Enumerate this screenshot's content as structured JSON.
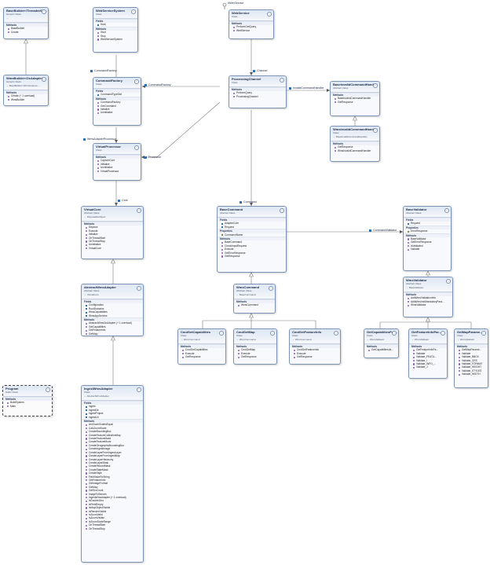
{
  "connectors": {
    "webservice_iface": "IWebService",
    "command_factory_1": "CommandFactory",
    "command_factory_2": "CommandFactory",
    "channel": "Channel",
    "invalid_command_handler": "InvalidCommandHandler",
    "wms_adapter_processor": "WmsAdapterProcessor",
    "processor": "Processor",
    "core": "Core",
    "command": "Command",
    "command_validator": "CommandValidator"
  },
  "classes": {
    "base_builder": {
      "name": "BaseBuilder<ThreadedCo...",
      "kind": "Generic Class",
      "kind2": "...",
      "sections": [
        {
          "title": "Methods",
          "members": [
            "BaseBuilder",
            "Create"
          ]
        }
      ]
    },
    "webservice_system": {
      "name": "WebServiceSystem",
      "kind": "Class",
      "kind2": "",
      "sections": [
        {
          "title": "Fields",
          "members": [
            "Host"
          ]
        },
        {
          "title": "Methods",
          "members": [
            "Start",
            "Stop",
            "WebServiceSystem"
          ]
        }
      ]
    },
    "webservice": {
      "name": "WebService",
      "kind": "Class",
      "kind2": "",
      "sections": [
        {
          "title": "Methods",
          "members": [
            "PerformGetQuery",
            "WebService"
          ]
        }
      ]
    },
    "wms_builder": {
      "name": "WmsBuilder<OcAdapter>",
      "kind": "Generic Class",
      "kind2": "→ BaseBuilder<WmsInstance...",
      "sections": [
        {
          "title": "Methods",
          "members": [
            "Create (+ 1 overload)",
            "WmsBuilder"
          ]
        }
      ]
    },
    "command_factory": {
      "name": "CommandFactory",
      "kind": "Class",
      "kind2": "",
      "sections": [
        {
          "title": "Fields",
          "members": [
            "CommandTypeDict"
          ]
        },
        {
          "title": "Methods",
          "members": [
            "CommandFactory",
            "GetCommand",
            "Initialize",
            "Uninitialize"
          ]
        }
      ]
    },
    "processing_channel": {
      "name": "ProcessingChannel",
      "kind": "Class",
      "kind2": "",
      "sections": [
        {
          "title": "Methods",
          "members": [
            "PerformQuery",
            "ProcessingChannel"
          ]
        }
      ]
    },
    "base_invalid_handler": {
      "name": "BaseInvalidCommandHandler",
      "kind": "Abstract Class",
      "kind2": "",
      "sections": [
        {
          "title": "Methods",
          "members": [
            "BaseInvalidCommandHandler",
            "GetResponse"
          ]
        }
      ]
    },
    "wms_invalid_handler": {
      "name": "WmsInvalidCommandHandler",
      "kind": "Class",
      "kind2": "→ BaseInvalidCommandHandler",
      "sections": [
        {
          "title": "Methods",
          "members": [
            "GetResponse",
            "WmsInvalidCommandHandler"
          ]
        }
      ]
    },
    "virtual_processor": {
      "name": "VirtualProcessor",
      "kind": "Class",
      "kind2": "",
      "sections": [
        {
          "title": "Methods",
          "members": [
            "CaptureCore",
            "Initialize",
            "Uninitialize",
            "VirtualProcessor"
          ]
        }
      ]
    },
    "virtual_core": {
      "name": "VirtualCore",
      "kind": "Abstract Class",
      "kind2": "→ DisposableObject",
      "sections": [
        {
          "title": "Methods",
          "members": [
            "Dispose",
            "Execute",
            "Initialize",
            "OnThreadStart",
            "OnThreadStop",
            "Uninitialize",
            "VirtualCore"
          ]
        }
      ]
    },
    "base_command": {
      "name": "BaseCommand",
      "kind": "Abstract Class",
      "kind2": "",
      "sections": [
        {
          "title": "Fields",
          "members": [
            "AdapterCore",
            "Request"
          ]
        },
        {
          "title": "Properties",
          "members": [
            "CommandName"
          ]
        },
        {
          "title": "Methods",
          "members": [
            "BaseCommand",
            "CheckInputRequest",
            "Execute",
            "GetErrorResponse",
            "GetResponse"
          ]
        }
      ]
    },
    "base_validator": {
      "name": "BaseValidator",
      "kind": "Abstract Class",
      "kind2": "",
      "sections": [
        {
          "title": "Fields",
          "members": [
            "Request"
          ]
        },
        {
          "title": "Properties",
          "members": [
            "ErrorResponse"
          ]
        },
        {
          "title": "Methods",
          "members": [
            "BaseValidator",
            "GetErrorResponse",
            "IsValidated",
            "Validate"
          ]
        }
      ]
    },
    "abstract_wms_adapter": {
      "name": "AbstractWmsAdapter",
      "kind": "Abstract Class",
      "kind2": "→ VirtualCore",
      "sections": [
        {
          "title": "Fields",
          "members": [
            "Configuration",
            "RootDomains",
            "WmsCapabilities",
            "WmsAppService"
          ]
        },
        {
          "title": "Methods",
          "members": [
            "AbstractWmsOcAdapter (+ 1 overload)",
            "GetCapabilities",
            "GetFeatureInfo",
            "GetMap"
          ]
        }
      ]
    },
    "wms_command": {
      "name": "WmsCommand",
      "kind": "Abstract Class",
      "kind2": "→ BaseCommand",
      "sections": [
        {
          "title": "Methods",
          "members": [
            "WmsCommand"
          ]
        }
      ]
    },
    "wms_validator": {
      "name": "WmsValidator",
      "kind": "Abstract Class",
      "kind2": "→ BaseValidator",
      "sections": [
        {
          "title": "Methods",
          "members": [
            "AddWmsValidationInfo",
            "AddWmsInfoMandatoryPara...",
            "WmsValidator"
          ]
        }
      ]
    },
    "cmd_get_capabilities": {
      "name": "CmdGetCapabilities",
      "kind": "Class",
      "kind2": "→ WmsCommand",
      "sections": [
        {
          "title": "Methods",
          "members": [
            "CmdGetCapabilities",
            "Execute",
            "GetResponse"
          ]
        }
      ]
    },
    "cmd_get_map": {
      "name": "CmdGetMap",
      "kind": "Class",
      "kind2": "→ WmsCommand",
      "sections": [
        {
          "title": "Methods",
          "members": [
            "CmdGetMap",
            "Execute",
            "GetResponse"
          ]
        }
      ]
    },
    "cmd_get_feature_info": {
      "name": "CmdGetFeatureInfo",
      "kind": "Class",
      "kind2": "→ WmsCommand",
      "sections": [
        {
          "title": "Methods",
          "members": [
            "CmdGetFeatureInfo",
            "Execute",
            "GetResponse"
          ]
        }
      ]
    },
    "get_capabilities_param": {
      "name": "GetCapabilitiesPar...",
      "kind": "Class",
      "kind2": "→ WmsValidator",
      "sections": [
        {
          "title": "Methods",
          "members": [
            "GetCapabilitiesVa..."
          ]
        }
      ]
    },
    "get_feature_info_param": {
      "name": "GetFeatureInfoPar...",
      "kind": "Class",
      "kind2": "→ WmsValidator",
      "sections": [
        {
          "title": "Methods",
          "members": [
            "GetFeatureInfoPa...",
            "Validate",
            "Validate_FEATU...",
            "Validate_I",
            "Validate_INFO_...",
            "Validate_J"
          ]
        }
      ]
    },
    "get_map_param": {
      "name": "GetMapParame...",
      "kind": "Class",
      "kind2": "→ WmsValidator",
      "sections": [
        {
          "title": "Methods",
          "members": [
            "GetMapParame...",
            "Validate",
            "Validate_BBOX",
            "Validate_CRS",
            "Validate_FORMAT",
            "Validate_HEIGHT",
            "Validate_STYLES",
            "Validate_WIDTH"
          ]
        }
      ]
    },
    "program": {
      "name": "Program",
      "kind": "Static Class",
      "kind2": "",
      "sections": [
        {
          "title": "Methods",
          "members": [
            "BuildSystem",
            "Main"
          ]
        }
      ]
    },
    "ingest_wms_adapter": {
      "name": "IngestWmsAdapter",
      "kind": "Class",
      "kind2": "→ AbstractWmsAdapter",
      "sections": [
        {
          "title": "Fields",
          "members": [
            "ingest",
            "ingestDb",
            "ingestProject",
            "ingestUri"
          ]
        },
        {
          "title": "Methods",
          "members": [
            "AreZoomScalesEqual",
            "CalcZoomScale",
            "CreateBoundingBox",
            "CreateFeatureCollectionMap",
            "CreateFeatureMask",
            "CreateFeatureMode",
            "CreateGeographicBoundingBox",
            "CreateIngestImage",
            "CreateLayerFromIngestLayer",
            "CreateLayerFromIngestMap",
            "CreateLayerHierarchy",
            "CreateLayerMask",
            "CreateRecordMask",
            "CreateStateMask",
            "CreateStyle",
            "FieldValueToString",
            "GetFeatureInfo",
            "GetImageFormat",
            "GetMap",
            "GetSrsCount",
            "ImageToStream",
            "IngestWmsAdapter (+ 1 overload)",
            "IsDoubleZero",
            "IsFieldEmpty",
            "IsMapObjectVisible",
            "IsRenderVisible",
            "IsZoomValid",
            "IsZoomVisible",
            "IsZoomScaleRange",
            "OnThreadStart",
            "OnThreadStop"
          ]
        }
      ]
    }
  }
}
